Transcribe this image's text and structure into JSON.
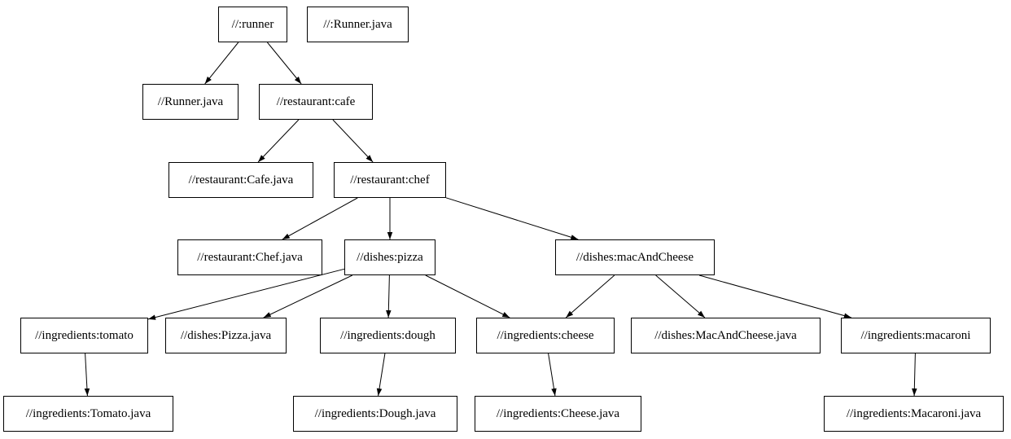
{
  "graph": {
    "title": "build-dependency-graph",
    "colors": {
      "background": "#ffffff",
      "node_fill": "#ffffff",
      "node_border": "#000000",
      "edge": "#000000",
      "text": "#000000"
    },
    "nodes": [
      {
        "id": "runner",
        "label": "//:runner"
      },
      {
        "id": "runner_java_top",
        "label": "//:Runner.java"
      },
      {
        "id": "runner_java",
        "label": "//Runner.java"
      },
      {
        "id": "cafe",
        "label": "//restaurant:cafe"
      },
      {
        "id": "cafe_java",
        "label": "//restaurant:Cafe.java"
      },
      {
        "id": "chef",
        "label": "//restaurant:chef"
      },
      {
        "id": "chef_java",
        "label": "//restaurant:Chef.java"
      },
      {
        "id": "pizza",
        "label": "//dishes:pizza"
      },
      {
        "id": "mac_and_cheese",
        "label": "//dishes:macAndCheese"
      },
      {
        "id": "tomato",
        "label": "//ingredients:tomato"
      },
      {
        "id": "pizza_java",
        "label": "//dishes:Pizza.java"
      },
      {
        "id": "dough",
        "label": "//ingredients:dough"
      },
      {
        "id": "cheese",
        "label": "//ingredients:cheese"
      },
      {
        "id": "mac_and_cheese_java",
        "label": "//dishes:MacAndCheese.java"
      },
      {
        "id": "macaroni",
        "label": "//ingredients:macaroni"
      },
      {
        "id": "tomato_java",
        "label": "//ingredients:Tomato.java"
      },
      {
        "id": "dough_java",
        "label": "//ingredients:Dough.java"
      },
      {
        "id": "cheese_java",
        "label": "//ingredients:Cheese.java"
      },
      {
        "id": "macaroni_java",
        "label": "//ingredients:Macaroni.java"
      }
    ],
    "edges": [
      {
        "from": "runner",
        "to": "runner_java"
      },
      {
        "from": "runner",
        "to": "cafe"
      },
      {
        "from": "cafe",
        "to": "cafe_java"
      },
      {
        "from": "cafe",
        "to": "chef"
      },
      {
        "from": "chef",
        "to": "chef_java"
      },
      {
        "from": "chef",
        "to": "pizza"
      },
      {
        "from": "chef",
        "to": "mac_and_cheese"
      },
      {
        "from": "pizza",
        "to": "tomato"
      },
      {
        "from": "pizza",
        "to": "pizza_java"
      },
      {
        "from": "pizza",
        "to": "dough"
      },
      {
        "from": "pizza",
        "to": "cheese"
      },
      {
        "from": "mac_and_cheese",
        "to": "cheese"
      },
      {
        "from": "mac_and_cheese",
        "to": "mac_and_cheese_java"
      },
      {
        "from": "mac_and_cheese",
        "to": "macaroni"
      },
      {
        "from": "tomato",
        "to": "tomato_java"
      },
      {
        "from": "dough",
        "to": "dough_java"
      },
      {
        "from": "cheese",
        "to": "cheese_java"
      },
      {
        "from": "macaroni",
        "to": "macaroni_java"
      }
    ]
  }
}
